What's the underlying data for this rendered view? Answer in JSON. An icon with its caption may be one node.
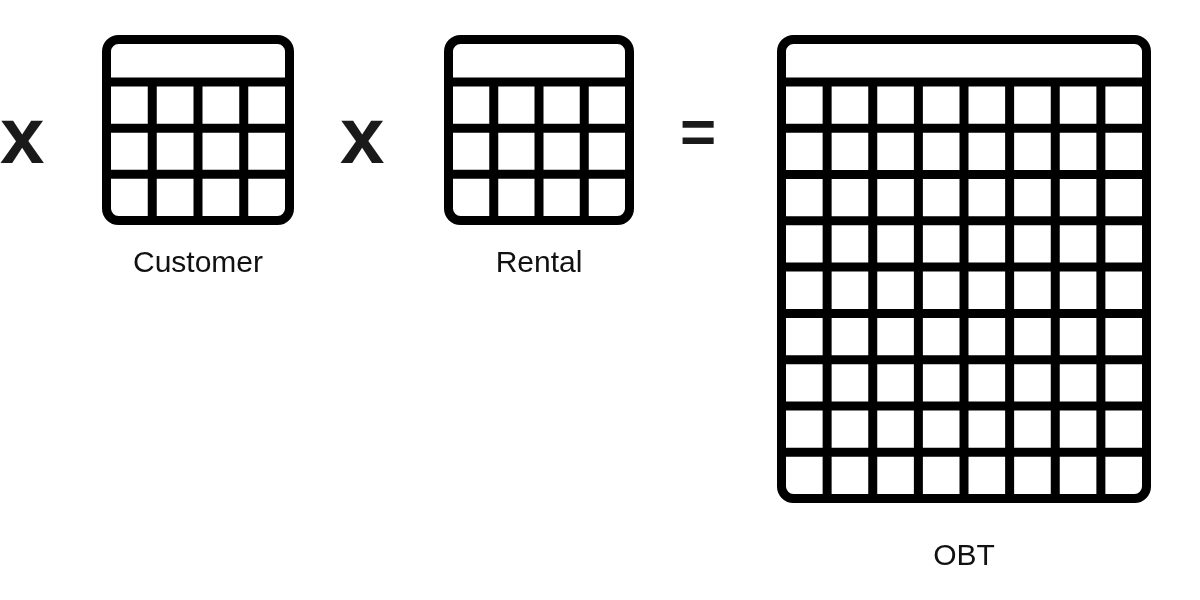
{
  "diagram": {
    "nodes": [
      {
        "text": [],
        "shape": "table",
        "beside": [
          "Customer"
        ]
      },
      {
        "text": [],
        "shape": "table",
        "beside": [
          "Rental"
        ]
      },
      {
        "text": [],
        "shape": "table",
        "beside": [
          "OBT"
        ]
      }
    ],
    "edges": [],
    "labels": [
      "x",
      "x",
      "="
    ]
  }
}
